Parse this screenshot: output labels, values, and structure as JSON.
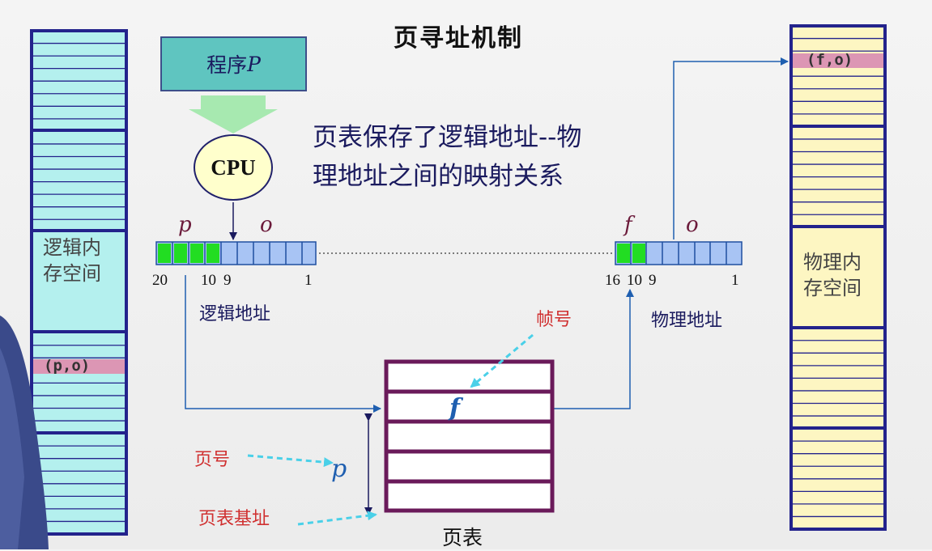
{
  "title": "页寻址机制",
  "program_label": "程序",
  "program_var": "P",
  "cpu_label": "CPU",
  "description": [
    "页表保存了逻辑地址--物",
    "理地址之间的映射关系"
  ],
  "logical_space_label": [
    "逻辑内",
    "存空间"
  ],
  "physical_space_label": [
    "物理内",
    "存空间"
  ],
  "logical_entry": "(p,o)",
  "physical_entry": "(f,o)",
  "logical_address": {
    "label": "逻辑地址",
    "page_var": "p",
    "offset_var": "o",
    "ticks": [
      "20",
      "10",
      "9",
      "1"
    ]
  },
  "physical_address": {
    "label": "物理地址",
    "frame_var": "f",
    "offset_var": "o",
    "ticks": [
      "16",
      "10",
      "9",
      "1"
    ]
  },
  "page_table": {
    "title": "页表",
    "frame_var": "f",
    "page_var": "p"
  },
  "annotations": {
    "frame_number": "帧号",
    "page_number": "页号",
    "page_table_base": "页表基址"
  },
  "colors": {
    "memory_cyan": "#b4f0ee",
    "memory_yellow": "#fdf6c2",
    "memory_border": "#23238c",
    "highlight_pink": "#dc96b4",
    "register_green": "#22dd22",
    "register_blue": "#a8c4f4",
    "page_table_border": "#6a1a5a",
    "arrow_blue": "#1f5fb0",
    "arrow_cyan": "#4ad0e8",
    "program_teal": "#5fc5c0",
    "cpu_yellow": "#ffffcc"
  }
}
